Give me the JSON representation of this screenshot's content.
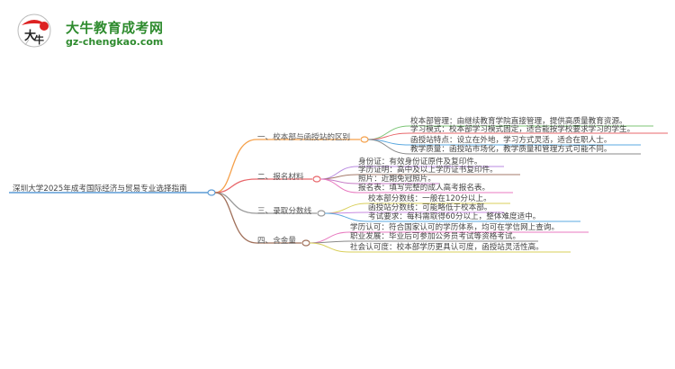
{
  "logo": {
    "title": "大牛教育成考网",
    "url": "gz-chengkao.com",
    "badge_text": "大牛"
  },
  "mindmap": {
    "root": "深圳大学2025年成考国际经济与贸易专业选择指南",
    "branches": [
      {
        "label": "一、校本部与函授站的区别",
        "color": "#f5a04a",
        "items": [
          {
            "text": "校本部管理：由继续教育学院直接管理，提供高质量教育资源。",
            "color": "#7cc576"
          },
          {
            "text": "学习模式：校本部学习模式固定，适合能按学校要求学习的学生。",
            "color": "#e8676b"
          },
          {
            "text": "函授站特点：设立在外地，学习方式灵活，适合在职人士。",
            "color": "#5aa8e0"
          },
          {
            "text": "教学质量：函授站市场化，教学质量和管理方式可能不同。",
            "color": "#888888"
          }
        ]
      },
      {
        "label": "二、报名材料",
        "color": "#e8676b",
        "items": [
          {
            "text": "身份证：有效身份证原件及复印件。",
            "color": "#b98ae0"
          },
          {
            "text": "学历证明：高中及以上学历证书复印件。",
            "color": "#a57a6a"
          },
          {
            "text": "照片：近期免冠照片。",
            "color": "#c77dc7"
          },
          {
            "text": "报名表：填写完整的成人高考报名表。",
            "color": "#e87ac0"
          }
        ]
      },
      {
        "label": "三、录取分数线",
        "color": "#999999",
        "items": [
          {
            "text": "校本部分数线：一般在120分以上。",
            "color": "#d9cf5a"
          },
          {
            "text": "函授站分数线：可能略低于校本部。",
            "color": "#c88ae0"
          },
          {
            "text": "考试要求：每科需取得60分以上，整体难度适中。",
            "color": "#5aa8e0"
          }
        ]
      },
      {
        "label": "四、含金量",
        "color": "#a0705a",
        "items": [
          {
            "text": "学历认可：符合国家认可的学历体系，均可在学信网上查询。",
            "color": "#e87ac0"
          },
          {
            "text": "职业发展：毕业后可参加公务员考试等资格考试。",
            "color": "#888888"
          },
          {
            "text": "社会认可度：校本部学历更具认可度，函授站灵活性高。",
            "color": "#d9cf5a"
          }
        ]
      }
    ]
  }
}
